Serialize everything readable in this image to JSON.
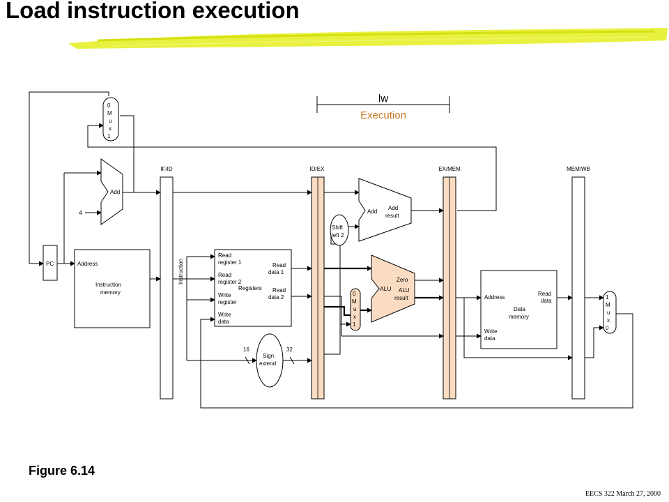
{
  "slide": {
    "title": "Load instruction execution",
    "caption": "Figure 6.14",
    "footer": "EECS 322 March 27, 2000"
  },
  "stage": {
    "instruction": "lw",
    "phase": "Execution"
  },
  "pipeline_registers": [
    "IF/ID",
    "ID/EX",
    "EX/MEM",
    "MEM/WB"
  ],
  "components": {
    "pc": "PC",
    "add": "Add",
    "four": "4",
    "mux_top": [
      "0",
      "M",
      "u",
      "x",
      "1"
    ],
    "mux_alu": [
      "0",
      "M",
      "u",
      "x",
      "1"
    ],
    "mux_wb": [
      "1",
      "M",
      "u",
      "x",
      "0"
    ],
    "imem": {
      "address": "Address",
      "line1": "Instruction",
      "line2": "memory"
    },
    "instruction": "Instruction",
    "regs": {
      "read_reg1_a": "Read",
      "read_reg1_b": "register 1",
      "read_reg2_a": "Read",
      "read_reg2_b": "register 2",
      "write_reg_a": "Write",
      "write_reg_b": "register",
      "write_data_a": "Write",
      "write_data_b": "data",
      "read_data1_a": "Read",
      "read_data1_b": "data 1",
      "read_data2_a": "Read",
      "read_data2_b": "data 2",
      "name": "Registers"
    },
    "sign_extend": {
      "a": "Sign",
      "b": "extend",
      "in_bits": "16",
      "out_bits": "32"
    },
    "shift_left": {
      "a": "Shift",
      "b": "left 2"
    },
    "adder2": {
      "name": "Add",
      "result_a": "Add",
      "result_b": "result"
    },
    "alu": {
      "name": "ALU",
      "zero": "Zero",
      "result_a": "ALU",
      "result_b": "result"
    },
    "dmem": {
      "address": "Address",
      "read_a": "Read",
      "read_b": "data",
      "name_a": "Data",
      "name_b": "memory",
      "write_a": "Write",
      "write_b": "data"
    }
  },
  "colors": {
    "highlight": "#f9dcc2",
    "highlight_stroke": "#b08060",
    "brush": "#e5ef1e"
  }
}
